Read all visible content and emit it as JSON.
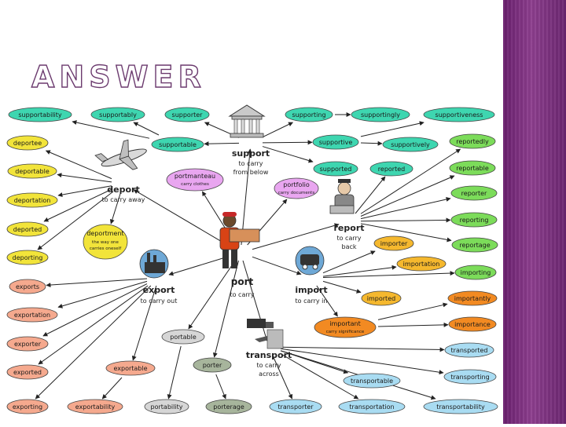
{
  "slide": {
    "title": "ANSWER"
  },
  "theme": {
    "sidebar": "#7b3580",
    "title_outline": "#6b3a6e",
    "line": "#222222"
  },
  "hubs": [
    {
      "id": "support",
      "word": "support",
      "meaning": "to carry from below"
    },
    {
      "id": "deport",
      "word": "deport",
      "meaning": "to carry away"
    },
    {
      "id": "report",
      "word": "report",
      "meaning": "to carry back"
    },
    {
      "id": "export",
      "word": "export",
      "meaning": "to carry out"
    },
    {
      "id": "import",
      "word": "import",
      "meaning": "to carry in"
    },
    {
      "id": "port",
      "word": "port",
      "meaning": "to carry"
    },
    {
      "id": "transport",
      "word": "transport",
      "meaning": "to carry across"
    }
  ],
  "nodes": [
    {
      "id": "supportability",
      "label": "supportability",
      "sub": "",
      "color": "#3ed6b0"
    },
    {
      "id": "supportably",
      "label": "supportably",
      "sub": "",
      "color": "#3ed6b0"
    },
    {
      "id": "supporter",
      "label": "supporter",
      "sub": "",
      "color": "#3ed6b0"
    },
    {
      "id": "supportable",
      "label": "supportable",
      "sub": "",
      "color": "#3ed6b0"
    },
    {
      "id": "supporting",
      "label": "supporting",
      "sub": "",
      "color": "#3ed6b0"
    },
    {
      "id": "supportingly",
      "label": "supportingly",
      "sub": "",
      "color": "#3ed6b0"
    },
    {
      "id": "supportiveness",
      "label": "supportiveness",
      "sub": "",
      "color": "#3ed6b0"
    },
    {
      "id": "supportive",
      "label": "supportive",
      "sub": "",
      "color": "#3ed6b0"
    },
    {
      "id": "supportively",
      "label": "supportively",
      "sub": "",
      "color": "#3ed6b0"
    },
    {
      "id": "supported",
      "label": "supported",
      "sub": "",
      "color": "#3ed6b0"
    },
    {
      "id": "reported",
      "label": "reported",
      "sub": "",
      "color": "#3ed6b0"
    },
    {
      "id": "reportedly",
      "label": "reportedly",
      "sub": "",
      "color": "#7cdc5a"
    },
    {
      "id": "reportable",
      "label": "reportable",
      "sub": "",
      "color": "#7cdc5a"
    },
    {
      "id": "reporter",
      "label": "reporter",
      "sub": "",
      "color": "#7cdc5a"
    },
    {
      "id": "reporting",
      "label": "reporting",
      "sub": "",
      "color": "#7cdc5a"
    },
    {
      "id": "reportage",
      "label": "reportage",
      "sub": "",
      "color": "#7cdc5a"
    },
    {
      "id": "importing",
      "label": "importing",
      "sub": "",
      "color": "#7cdc5a"
    },
    {
      "id": "deportee",
      "label": "deportee",
      "sub": "",
      "color": "#f2e43a"
    },
    {
      "id": "deportable",
      "label": "deportable",
      "sub": "",
      "color": "#f2e43a"
    },
    {
      "id": "deportation",
      "label": "deportation",
      "sub": "",
      "color": "#f2e43a"
    },
    {
      "id": "deported",
      "label": "deported",
      "sub": "",
      "color": "#f2e43a"
    },
    {
      "id": "deporting",
      "label": "deporting",
      "sub": "",
      "color": "#f2e43a"
    },
    {
      "id": "deportment",
      "label": "deportment",
      "sub": "the way one carries oneself",
      "color": "#f2e43a"
    },
    {
      "id": "portmanteau",
      "label": "portmanteau",
      "sub": "carry clothes",
      "color": "#e9a6f0"
    },
    {
      "id": "portfolio",
      "label": "portfolio",
      "sub": "carry documents",
      "color": "#e9a6f0"
    },
    {
      "id": "importer",
      "label": "importer",
      "sub": "",
      "color": "#f5b82e"
    },
    {
      "id": "importation",
      "label": "importation",
      "sub": "",
      "color": "#f5b82e"
    },
    {
      "id": "imported",
      "label": "imported",
      "sub": "",
      "color": "#f5b82e"
    },
    {
      "id": "importantly",
      "label": "importantly",
      "sub": "",
      "color": "#f28a22"
    },
    {
      "id": "important",
      "label": "important",
      "sub": "carry significance",
      "color": "#f28a22"
    },
    {
      "id": "importance",
      "label": "importance",
      "sub": "",
      "color": "#f28a22"
    },
    {
      "id": "exports",
      "label": "exports",
      "sub": "",
      "color": "#f5a98e"
    },
    {
      "id": "exportation",
      "label": "exportation",
      "sub": "",
      "color": "#f5a98e"
    },
    {
      "id": "exporter",
      "label": "exporter",
      "sub": "",
      "color": "#f5a98e"
    },
    {
      "id": "exported",
      "label": "exported",
      "sub": "",
      "color": "#f5a98e"
    },
    {
      "id": "exporting",
      "label": "exporting",
      "sub": "",
      "color": "#f5a98e"
    },
    {
      "id": "exportable",
      "label": "exportable",
      "sub": "",
      "color": "#f5a98e"
    },
    {
      "id": "exportability",
      "label": "exportability",
      "sub": "",
      "color": "#f5a98e"
    },
    {
      "id": "portable",
      "label": "portable",
      "sub": "",
      "color": "#d6d6d6"
    },
    {
      "id": "portability",
      "label": "portability",
      "sub": "",
      "color": "#d6d6d6"
    },
    {
      "id": "porter",
      "label": "porter",
      "sub": "",
      "color": "#a7b59c"
    },
    {
      "id": "porterage",
      "label": "porterage",
      "sub": "",
      "color": "#a7b59c"
    },
    {
      "id": "transported",
      "label": "transported",
      "sub": "",
      "color": "#a9dcf2"
    },
    {
      "id": "transporting",
      "label": "transporting",
      "sub": "",
      "color": "#a9dcf2"
    },
    {
      "id": "transportable",
      "label": "transportable",
      "sub": "",
      "color": "#a9dcf2"
    },
    {
      "id": "transporter",
      "label": "transporter",
      "sub": "",
      "color": "#a9dcf2"
    },
    {
      "id": "transportation",
      "label": "transportation",
      "sub": "",
      "color": "#a9dcf2"
    },
    {
      "id": "transportability",
      "label": "transportability",
      "sub": "",
      "color": "#a9dcf2"
    }
  ],
  "edges": [
    [
      "port",
      "support"
    ],
    [
      "port",
      "deport"
    ],
    [
      "port",
      "report"
    ],
    [
      "port",
      "export"
    ],
    [
      "port",
      "import"
    ],
    [
      "port",
      "transport"
    ],
    [
      "port",
      "portmanteau"
    ],
    [
      "port",
      "portfolio"
    ],
    [
      "port",
      "portable"
    ],
    [
      "port",
      "porter"
    ],
    [
      "support",
      "supporter"
    ],
    [
      "support",
      "supportable"
    ],
    [
      "support",
      "supporting"
    ],
    [
      "support",
      "supportive"
    ],
    [
      "support",
      "supported"
    ],
    [
      "supportable",
      "supportability"
    ],
    [
      "supportable",
      "supportably"
    ],
    [
      "supporting",
      "supportingly"
    ],
    [
      "supportive",
      "supportively"
    ],
    [
      "supportive",
      "supportiveness"
    ],
    [
      "deport",
      "deportee"
    ],
    [
      "deport",
      "deportable"
    ],
    [
      "deport",
      "deportation"
    ],
    [
      "deport",
      "deported"
    ],
    [
      "deport",
      "deporting"
    ],
    [
      "deport",
      "deportment"
    ],
    [
      "report",
      "reported"
    ],
    [
      "report",
      "reportedly"
    ],
    [
      "report",
      "reportable"
    ],
    [
      "report",
      "reporter"
    ],
    [
      "report",
      "reporting"
    ],
    [
      "report",
      "reportage"
    ],
    [
      "import",
      "importer"
    ],
    [
      "import",
      "importation"
    ],
    [
      "import",
      "imported"
    ],
    [
      "import",
      "importing"
    ],
    [
      "import",
      "important"
    ],
    [
      "important",
      "importantly"
    ],
    [
      "important",
      "importance"
    ],
    [
      "export",
      "exports"
    ],
    [
      "export",
      "exportation"
    ],
    [
      "export",
      "exporter"
    ],
    [
      "export",
      "exported"
    ],
    [
      "export",
      "exporting"
    ],
    [
      "export",
      "exportable"
    ],
    [
      "exportable",
      "exportability"
    ],
    [
      "portable",
      "portability"
    ],
    [
      "porter",
      "porterage"
    ],
    [
      "transport",
      "transported"
    ],
    [
      "transport",
      "transporting"
    ],
    [
      "transport",
      "transportable"
    ],
    [
      "transport",
      "transporter"
    ],
    [
      "transport",
      "transportation"
    ],
    [
      "transport",
      "transportability"
    ]
  ]
}
